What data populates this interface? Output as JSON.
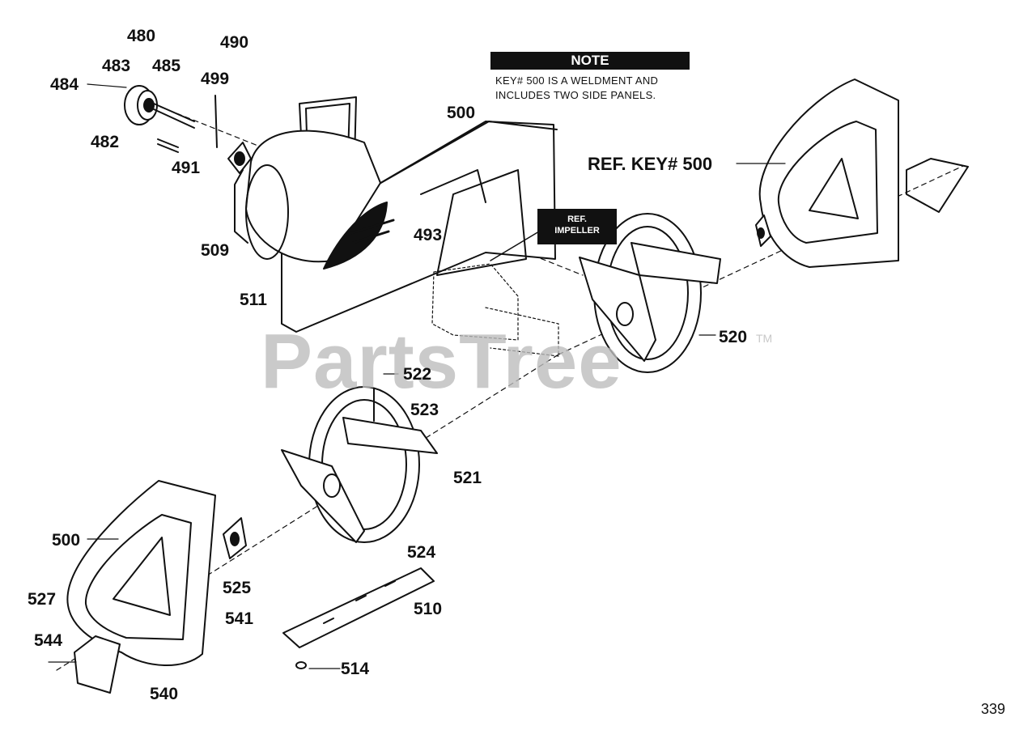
{
  "note": {
    "title": "NOTE",
    "line1": "KEY# 500 IS A WELDMENT AND",
    "line2": "INCLUDES TWO SIDE PANELS."
  },
  "ref_box": {
    "line1": "REF.",
    "line2": "IMPELLER"
  },
  "watermark": "PartsTree",
  "trademark": "TM",
  "page_number": "339",
  "labels": {
    "l480": "480",
    "l490": "490",
    "l483": "483",
    "l485": "485",
    "l484": "484",
    "l499": "499",
    "l482": "482",
    "l491": "491",
    "l509": "509",
    "l511": "511",
    "l500_top": "500",
    "l493": "493",
    "ref_key": "REF. KEY# 500",
    "l520": "520",
    "l522": "522",
    "l523": "523",
    "l521": "521",
    "l500_bottom": "500",
    "l527": "527",
    "l525": "525",
    "l541": "541",
    "l544": "544",
    "l540": "540",
    "l524": "524",
    "l510": "510",
    "l514": "514"
  }
}
